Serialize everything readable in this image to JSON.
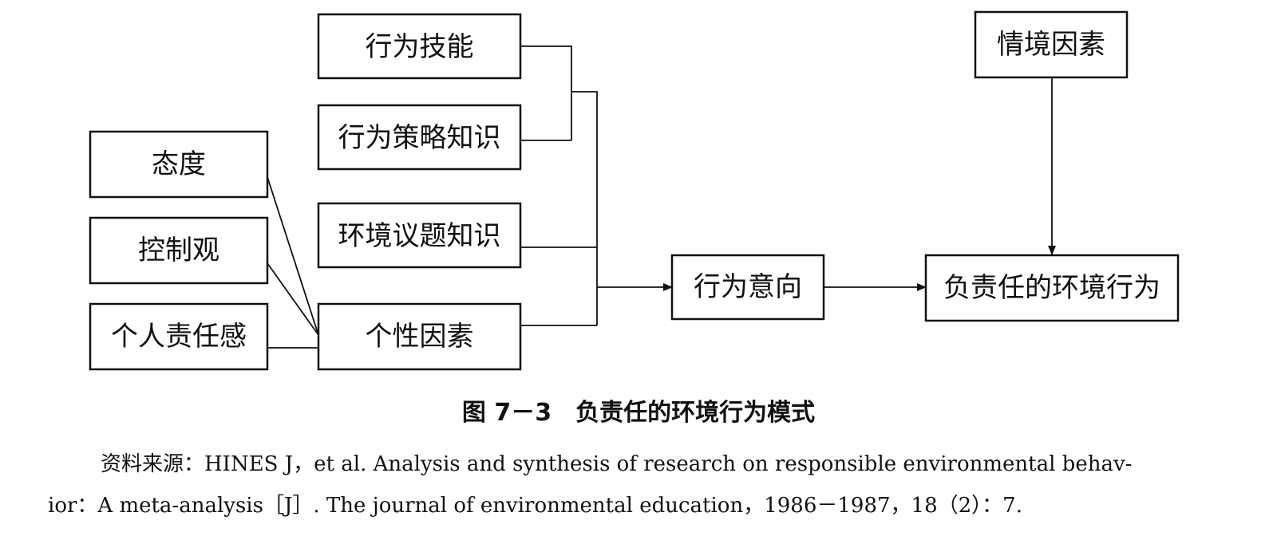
{
  "nodes": {
    "behavior_skills": "行为技能",
    "strategy_knowledge": "行为策略知识",
    "attitude": "态度",
    "control": "控制观",
    "responsibility": "个人责任感",
    "issue_knowledge": "环境议题知识",
    "personality": "个性因素",
    "intention": "行为意向",
    "situational": "情境因素",
    "behavior": "负责任的环境行为"
  },
  "caption": "图 7－3　负责任的环境行为模式",
  "source": {
    "line1": "资料来源：HINES J，et al. Analysis and synthesis of research on responsible environmental behav-",
    "line2": "ior：A meta-analysis［J］. The journal of environmental education，1986－1987，18（2）：7."
  },
  "colors": {
    "stroke": "#111111",
    "background": "#ffffff"
  }
}
